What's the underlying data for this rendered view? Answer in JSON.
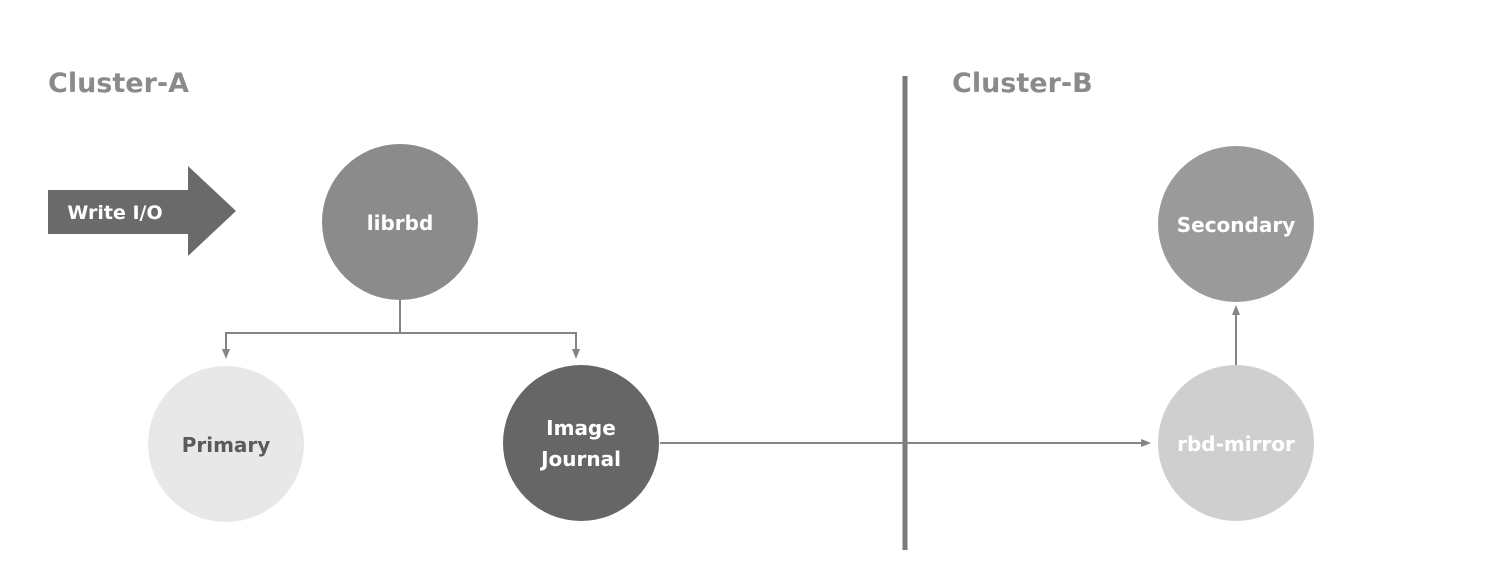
{
  "clusters": [
    {
      "title": "Cluster-A"
    },
    {
      "title": "Cluster-B"
    }
  ],
  "write_arrow": {
    "label": "Write I/O",
    "color": "#6a6a6a"
  },
  "nodes": {
    "librbd": {
      "label": "librbd",
      "fill": "#8b8b8b",
      "text_color": "#ffffff"
    },
    "primary": {
      "label": "Primary",
      "fill": "#e8e8e8",
      "text_color": "#5a5a5a"
    },
    "image_journal": {
      "lines": [
        "Image",
        "Journal"
      ],
      "fill": "#666666",
      "text_color": "#ffffff"
    },
    "secondary": {
      "label": "Secondary",
      "fill": "#9a9a9a",
      "text_color": "#ffffff"
    },
    "rbd_mirror": {
      "label": "rbd-mirror",
      "fill": "#cfcfcf",
      "text_color": "#ffffff"
    }
  },
  "colors": {
    "connector": "#858585",
    "divider": "#7a7a7a",
    "cluster_title": "#8a8a8a"
  }
}
